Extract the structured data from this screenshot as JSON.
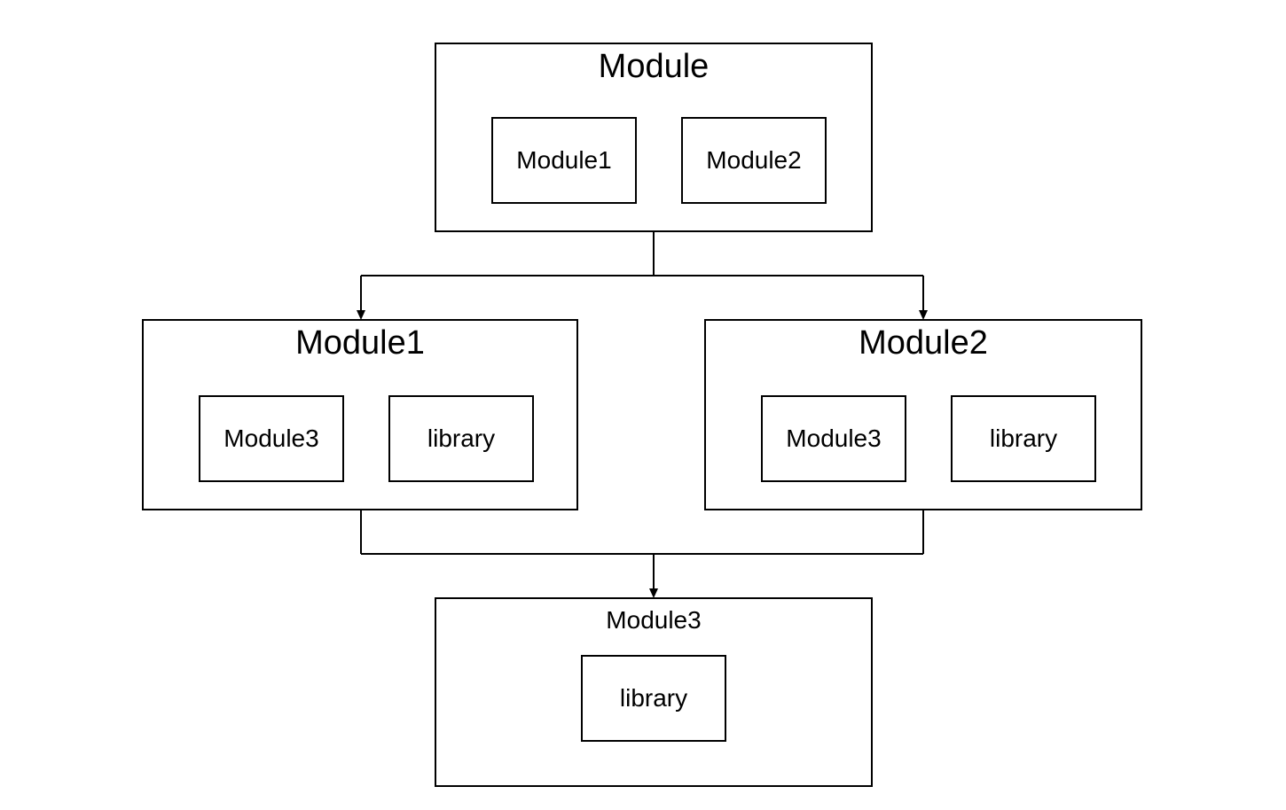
{
  "top_module": {
    "title": "Module",
    "children": [
      "Module1",
      "Module2"
    ]
  },
  "module1": {
    "title": "Module1",
    "children": [
      "Module3",
      "library"
    ]
  },
  "module2": {
    "title": "Module2",
    "children": [
      "Module3",
      "library"
    ]
  },
  "module3": {
    "title": "Module3",
    "children": [
      "library"
    ]
  }
}
